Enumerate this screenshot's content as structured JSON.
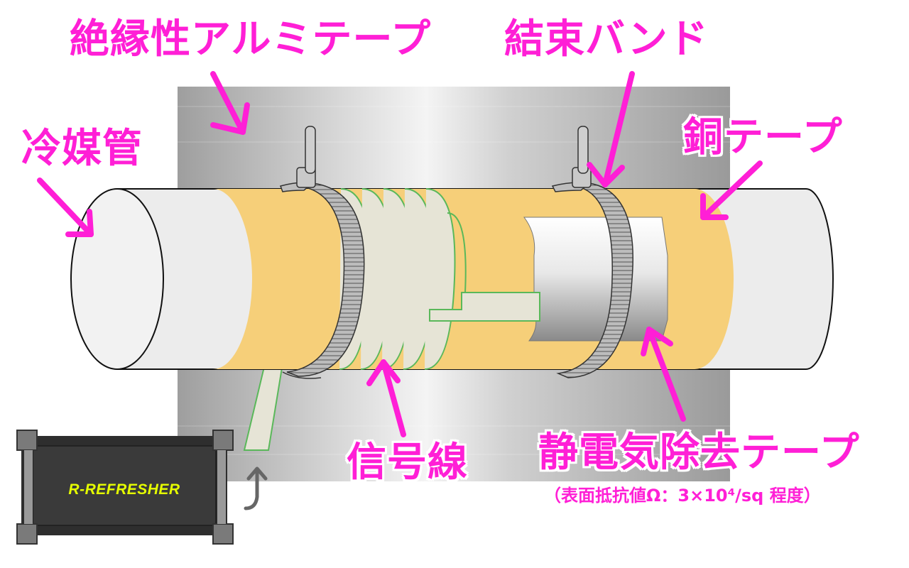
{
  "labels": {
    "aluminum_tape": "絶縁性アルミテープ",
    "binding_band": "結束バンド",
    "refrigerant_pipe": "冷媒管",
    "copper_tape": "銅テープ",
    "signal_wire": "信号線",
    "static_removal_tape": "静電気除去テープ",
    "surface_resistance_note": "（表面抵抗値Ω：3×10⁴/sq 程度）"
  },
  "logo": {
    "text": "R-REFRESHER"
  },
  "colors": {
    "label_magenta": "#ff1fd6",
    "copper_tape": "#f6cf79",
    "pipe_white": "#eeeeee",
    "aluminum_plate": "#c4c4c4",
    "signal_wire_fill": "#e6e4d6",
    "signal_wire_edge": "#5ab85a",
    "logo_yellow": "#e6ff00",
    "logo_body": "#3a3a3a"
  }
}
